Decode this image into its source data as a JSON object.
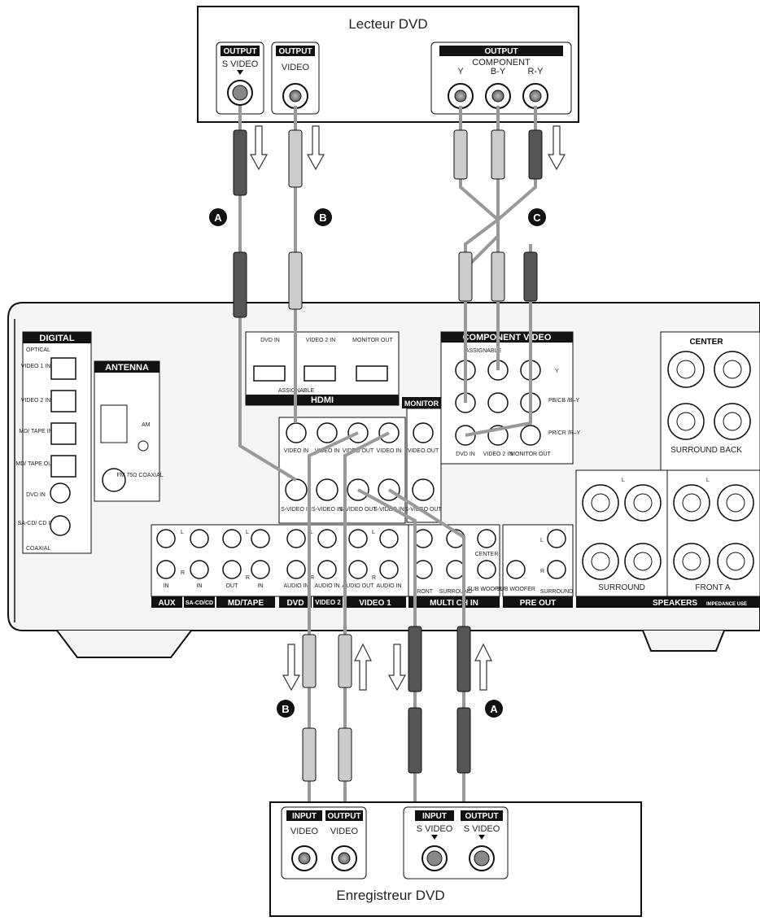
{
  "dvd_player": {
    "title": "Lecteur DVD",
    "svideo_header": "OUTPUT",
    "svideo_label": "S VIDEO",
    "video_header": "OUTPUT",
    "video_label": "VIDEO",
    "component_header": "OUTPUT",
    "component_label": "COMPONENT",
    "y": "Y",
    "by": "B-Y",
    "ry": "R-Y"
  },
  "dvd_recorder": {
    "title": "Enregistreur DVD",
    "input": "INPUT",
    "output": "OUTPUT",
    "video": "VIDEO",
    "svideo": "S VIDEO"
  },
  "markers": {
    "a": "A",
    "b": "B",
    "c": "C"
  },
  "receiver": {
    "digital": "DIGITAL",
    "optical": "OPTICAL",
    "video1_in": "VIDEO 1 IN",
    "video2_in": "VIDEO 2 IN",
    "md_tape_in": "MD/ TAPE IN",
    "md_tape_out": "MD/ TAPE OUT",
    "dvd_in": "DVD IN",
    "sacd_in": "SA-CD/ CD IN",
    "coaxial": "COAXIAL",
    "antenna": "ANTENNA",
    "am": "AM",
    "fm": "FM 75Ω COAXIAL",
    "hdmi": "HDMI",
    "hdmi_dvd_in": "DVD IN",
    "hdmi_video2_in": "VIDEO 2 IN",
    "hdmi_monitor_out": "MONITOR OUT",
    "assignable": "ASSIGNABLE",
    "component_video": "COMPONENT VIDEO",
    "cv_assignable": "ASSIGNABLE",
    "cv_y": "Y",
    "cv_pb": "PB/CB /B–Y",
    "cv_pr": "PR/CR /R–Y",
    "cv_dvd_in": "DVD IN",
    "cv_video2_in": "VIDEO 2 IN",
    "cv_monitor_out": "MONITOR OUT",
    "monitor": "MONITOR",
    "video_in": "VIDEO IN",
    "video_out": "VIDEO OUT",
    "svideo_in": "S-VIDEO IN",
    "svideo_out": "S-VIDEO OUT",
    "audio_in": "AUDIO IN",
    "audio_out": "AUDIO OUT",
    "in": "IN",
    "out": "OUT",
    "L": "L",
    "R": "R",
    "aux": "AUX",
    "sacd_cd": "SA-CD/CD",
    "md_tape": "MD/TAPE",
    "dvd": "DVD",
    "video2": "VIDEO 2",
    "video1": "VIDEO 1",
    "multi_ch_in": "MULTI CH IN",
    "pre_out": "PRE OUT",
    "front": "FRONT",
    "surround": "SURROUND",
    "center": "CENTER",
    "sub_woofer": "SUB WOOFER",
    "center_title": "CENTER",
    "surround_back": "SURROUND BACK",
    "surround_spk": "SURROUND",
    "front_a": "FRONT A",
    "speakers": "SPEAKERS",
    "impedance": "IMPEDANCE USE"
  }
}
